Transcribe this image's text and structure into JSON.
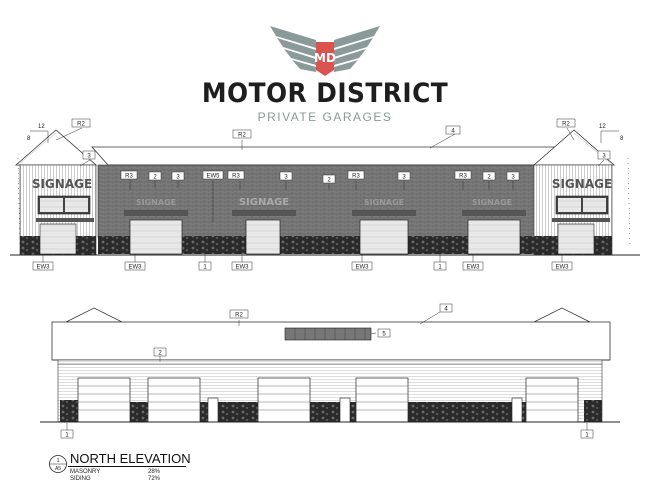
{
  "brand": {
    "logo_text": "MD",
    "title": "MOTOR DISTRICT",
    "subtitle": "PRIVATE GARAGES",
    "accent_color": "#d9534f",
    "wing_color": "#8a9a98"
  },
  "upper_elevation": {
    "signage_text": "SIGNAGE",
    "tags": {
      "r2": "R2",
      "r3": "R3",
      "ew3": "EW3",
      "ew5": "EW5",
      "n1": "1",
      "n2": "2",
      "n3": "3",
      "n4": "4"
    },
    "pitch": {
      "rise": "12",
      "run": "8"
    }
  },
  "lower_elevation": {
    "tags": {
      "r2": "R2",
      "n1": "1",
      "n2": "2",
      "n4": "4",
      "n5": "5"
    }
  },
  "caption": {
    "marker_top": "1",
    "marker_bottom": "A5",
    "title": "NORTH ELEVATION",
    "materials": [
      {
        "label": "MASONRY",
        "value": "28%"
      },
      {
        "label": "SIDING",
        "value": "72%"
      }
    ]
  }
}
